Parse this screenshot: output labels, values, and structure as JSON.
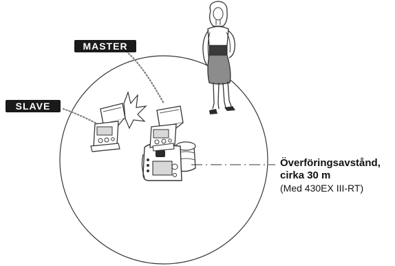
{
  "labels": {
    "master": "MASTER",
    "slave": "SLAVE"
  },
  "range": {
    "title_line1": "Överföringsavstånd,",
    "title_line2": "cirka 30 m",
    "note": "(Med 430EX III-RT)"
  },
  "colors": {
    "tag_background": "#1a1a1a",
    "tag_text": "#ffffff",
    "circle_outline": "#333333",
    "dress": "#8c8c8c",
    "belt": "#3a3a3a",
    "leader_dots": "#808080"
  },
  "icons": {
    "master_unit": "speedlite-flash-icon",
    "slave_unit": "speedlite-flash-icon",
    "camera": "dslr-camera-icon",
    "subject": "woman-figure-icon",
    "burst": "flash-burst-icon"
  }
}
